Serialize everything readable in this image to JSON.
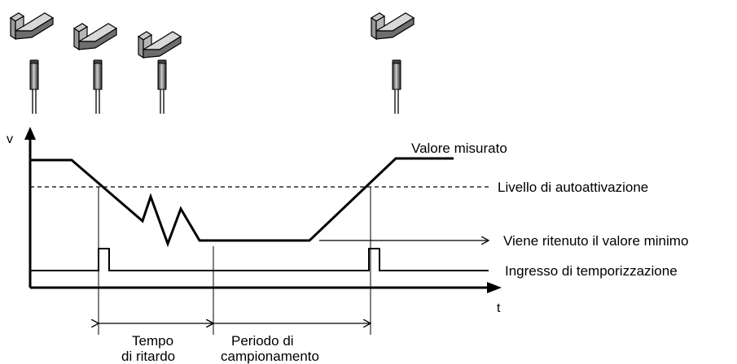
{
  "axes": {
    "y_label": "v",
    "x_label": "t"
  },
  "labels": {
    "measured_value": "Valore misurato",
    "self_trigger_level": "Livello di autoattivazione",
    "minimum_held": "Viene ritenuto il valore minimo",
    "timing_input": "Ingresso di temporizzazione",
    "delay_time_line1": "Tempo",
    "delay_time_line2": "di ritardo",
    "sampling_period_line1": "Periodo di",
    "sampling_period_line2": "campionamento"
  },
  "colors": {
    "line": "#000000",
    "bracket_top": "#dcdcdc",
    "bracket_side": "#a0a0a0",
    "bracket_front": "#6e6e6e",
    "sensor_body": "#3c3c3c",
    "sensor_highlight": "#cfcfcf"
  },
  "icons": [
    "l-bracket-icon",
    "proximity-sensor-icon"
  ]
}
